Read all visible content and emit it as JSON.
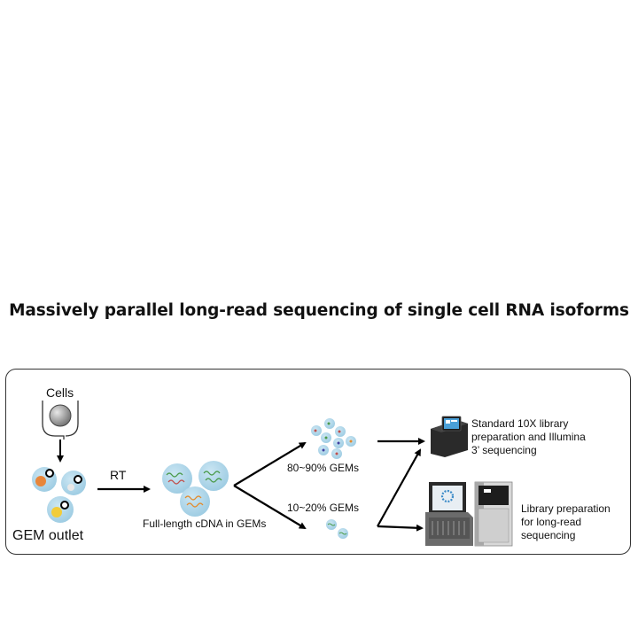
{
  "title": "Massively parallel long-read sequencing of single cell RNA isoforms",
  "labels": {
    "cells": "Cells",
    "gem_outlet": "GEM outlet",
    "rt": "RT",
    "cdna": "Full-length  cDNA in GEMs",
    "gems_major": "80~90% GEMs",
    "gems_minor": "10~20% GEMs",
    "illumina": [
      "Standard 10X library",
      "preparation  and Illumina",
      " 3’ sequencing"
    ],
    "longread": [
      "Library preparation",
      "for long-read",
      " sequencing"
    ]
  },
  "colors": {
    "droplet": "#a9d4e8",
    "droplet_edge": "#8fc3dc",
    "cell_orange": "#e8863a",
    "cell_yellow": "#f2cc3a",
    "cdna_green": "#4a9a4a",
    "cdna_red": "#c0504d",
    "cdna_orange": "#e38b2d",
    "instrument_dark": "#222222",
    "instrument_grey": "#8a8a8a"
  }
}
